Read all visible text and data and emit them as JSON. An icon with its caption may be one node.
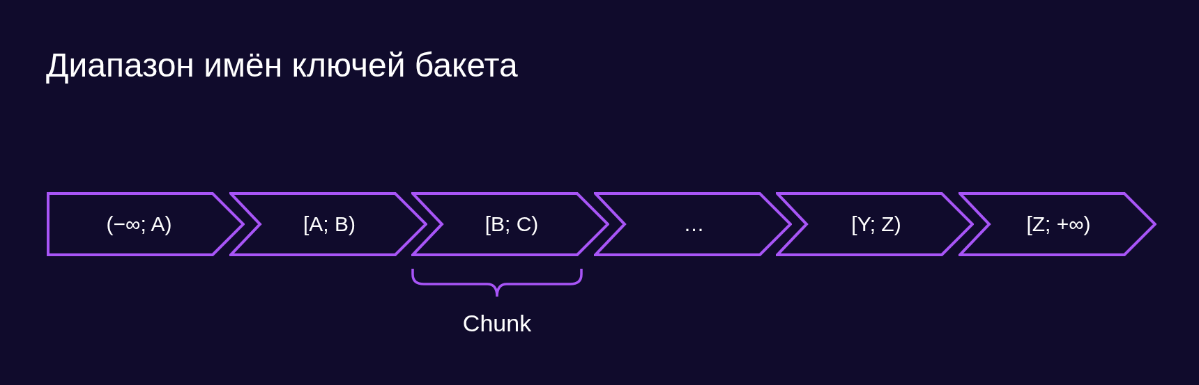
{
  "diagram": {
    "title": "Диапазон имён ключей бакета",
    "nodes": [
      {
        "text": [
          "(−∞; A)"
        ]
      },
      {
        "text": [
          "[A; B)"
        ]
      },
      {
        "text": [
          "[B; C)"
        ]
      },
      {
        "text": [
          "…"
        ]
      },
      {
        "text": [
          "[Y; Z)"
        ]
      },
      {
        "text": [
          "[Z; +∞)"
        ]
      }
    ],
    "labels": [
      "Chunk"
    ]
  }
}
